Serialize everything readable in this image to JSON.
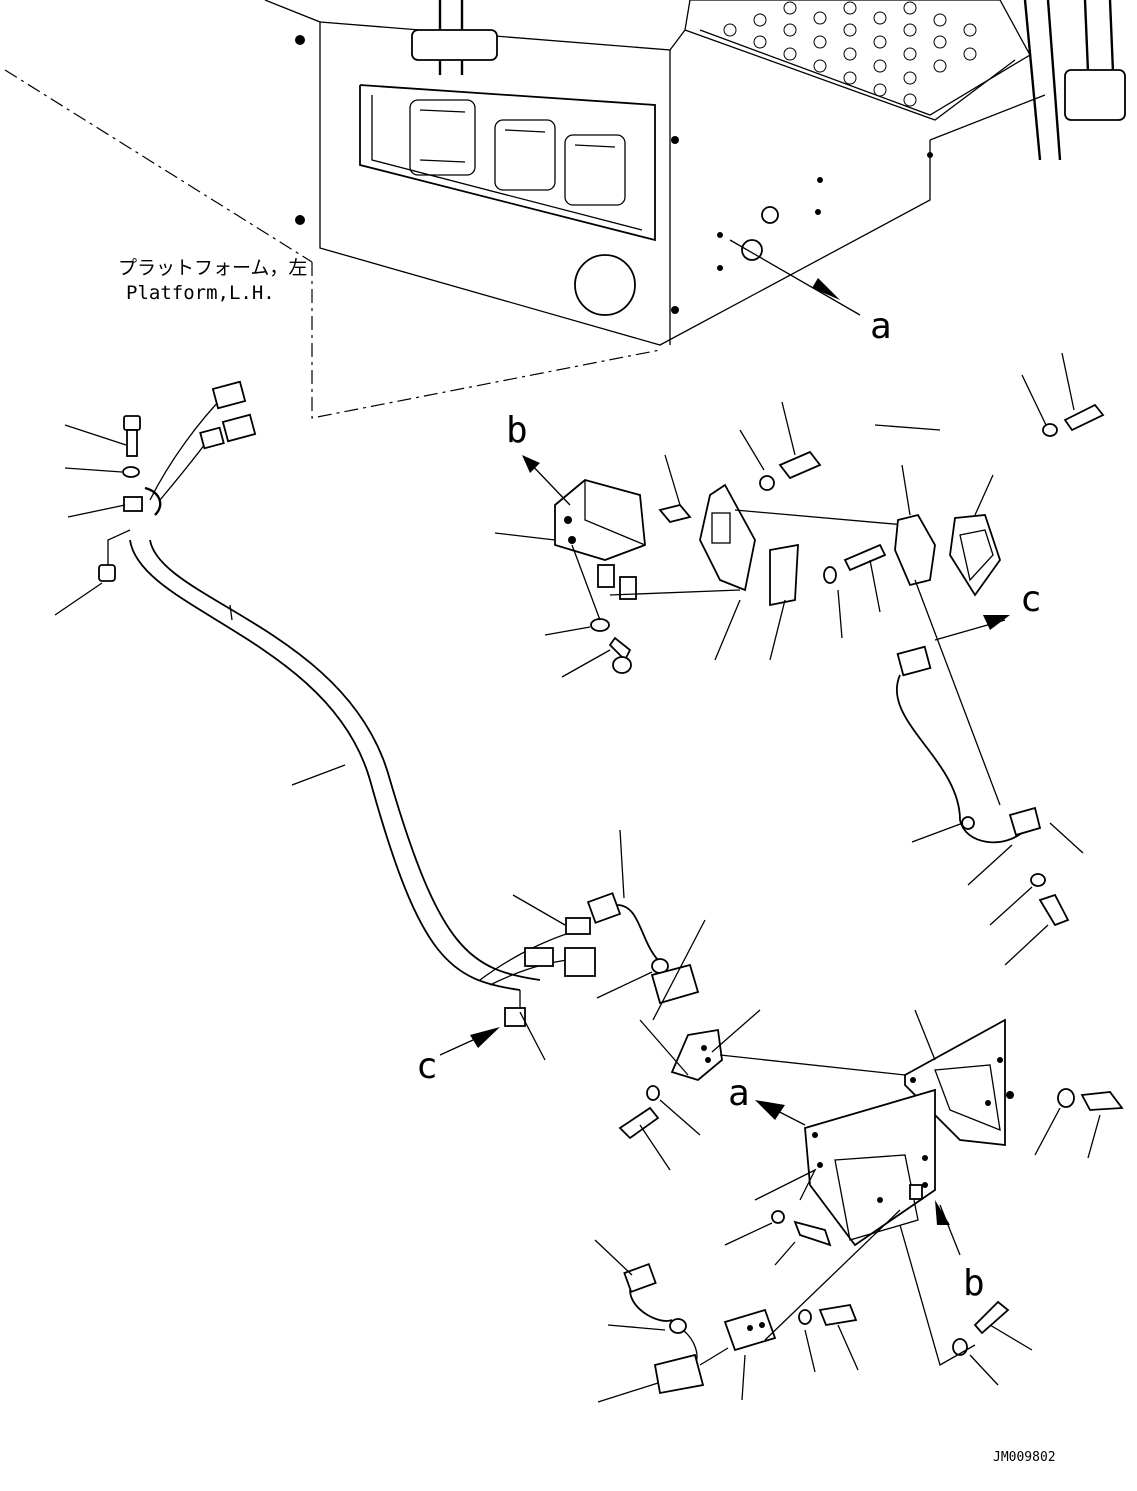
{
  "platform_label_jp": "プラットフォーム，左",
  "platform_label_en": "Platform,L.H.",
  "ref_a": "a",
  "ref_b": "b",
  "ref_c": "c",
  "drawing_id": "JM009802"
}
